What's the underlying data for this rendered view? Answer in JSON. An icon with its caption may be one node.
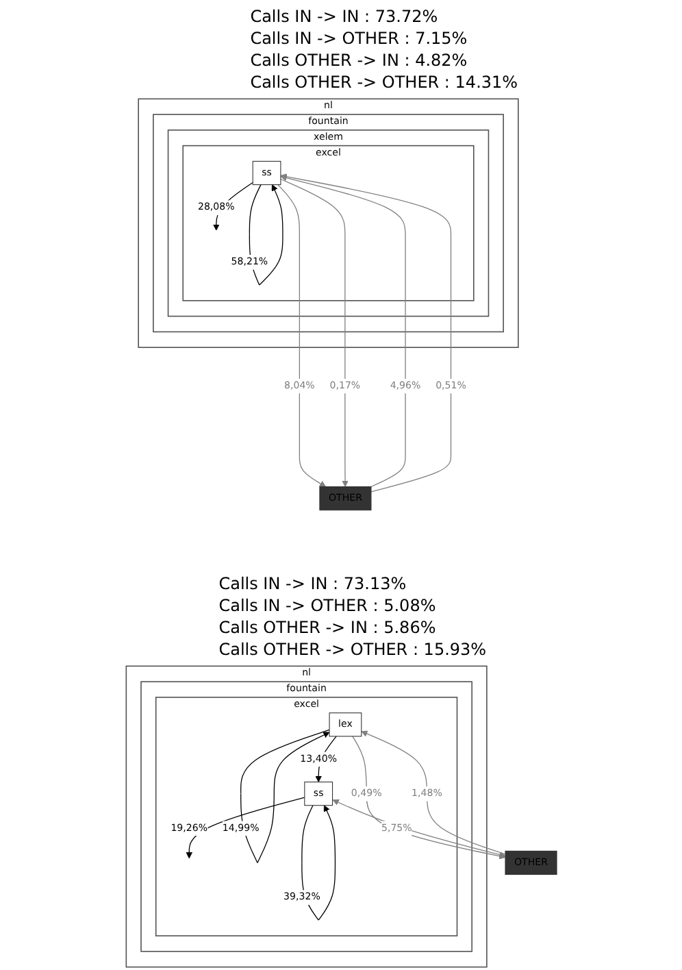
{
  "diagram": {
    "nodes": [
      {
        "text": [
          "nl"
        ]
      },
      {
        "text": [
          "fountain"
        ],
        "in": 0
      },
      {
        "text": [
          "xelem"
        ],
        "in": 1
      },
      {
        "text": [
          "excel"
        ],
        "in": 2
      },
      {
        "text": [
          "ss"
        ],
        "in": 3
      },
      {
        "text": [
          "OTHER"
        ]
      },
      {
        "text": [
          "nl"
        ]
      },
      {
        "text": [
          "fountain"
        ],
        "in": 6
      },
      {
        "text": [
          "excel"
        ],
        "in": 7
      },
      {
        "text": [
          "lex"
        ],
        "in": 8
      },
      {
        "text": [
          "ss"
        ],
        "in": 8
      },
      {
        "text": [
          "OTHER"
        ]
      }
    ],
    "edges": [
      {
        "from": 4,
        "to": 3,
        "arrow": "to",
        "label": "28,08%",
        "color": "#000000"
      },
      {
        "from": 4,
        "to": 4,
        "arrow": "to",
        "label": "58,21%",
        "color": "#000000"
      },
      {
        "from": 4,
        "to": 5,
        "arrow": "to",
        "label": "8,04%",
        "color": "#808080"
      },
      {
        "from": 4,
        "to": 5,
        "arrow": "to",
        "label": "0,17%",
        "color": "#808080"
      },
      {
        "from": 5,
        "to": 4,
        "arrow": "to",
        "label": "4,96%",
        "color": "#808080"
      },
      {
        "from": 5,
        "to": 4,
        "arrow": "to",
        "label": "0,51%",
        "color": "#808080"
      },
      {
        "from": 9,
        "to": 9,
        "arrow": "to",
        "label": "14,99%",
        "color": "#000000"
      },
      {
        "from": 9,
        "to": 10,
        "arrow": "to",
        "label": "13,40%",
        "color": "#000000"
      },
      {
        "from": 9,
        "to": 11,
        "arrow": "to",
        "label": "0,49%",
        "color": "#808080"
      },
      {
        "from": 11,
        "to": 9,
        "arrow": "to",
        "label": "1,48%",
        "color": "#808080"
      },
      {
        "from": 10,
        "to": 10,
        "arrow": "to",
        "label": "39,32%",
        "color": "#000000"
      },
      {
        "from": 10,
        "to": 11,
        "arrow": "both",
        "label": "5,75%",
        "color": "#808080"
      },
      {
        "from": 10,
        "to": 8,
        "arrow": "to",
        "label": "19,26%",
        "color": "#000000"
      }
    ],
    "labels": [
      "Calls IN -> IN : 73.72%",
      "Calls IN -> OTHER : 7.15%",
      "Calls OTHER -> IN : 4.82%",
      "Calls OTHER -> OTHER : 14.31%",
      "Calls IN -> IN : 73.13%",
      "Calls IN -> OTHER : 5.08%",
      "Calls OTHER -> IN : 5.86%",
      "Calls OTHER -> OTHER : 15.93%"
    ]
  }
}
